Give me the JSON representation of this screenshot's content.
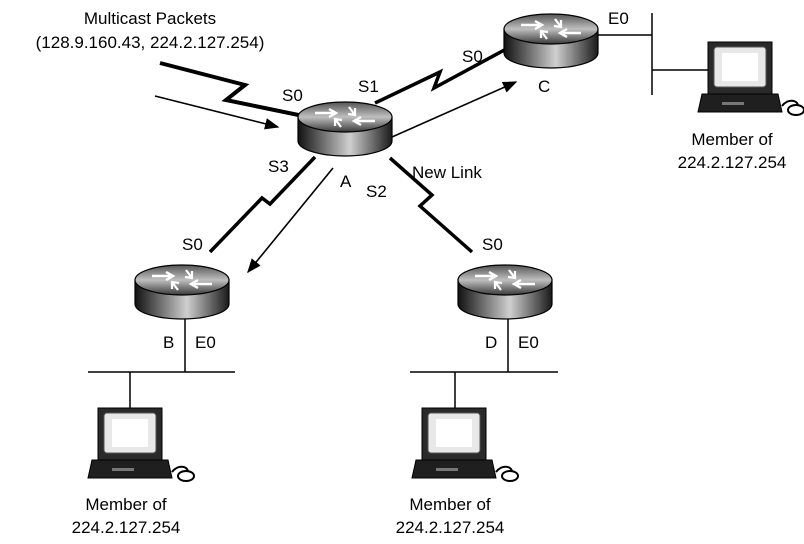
{
  "source": {
    "title": "Multicast Packets",
    "address": "(128.9.160.43, 224.2.127.254)"
  },
  "routers": {
    "a": {
      "name": "A",
      "interfaces": {
        "s0": "S0",
        "s1": "S1",
        "s2": "S2",
        "s3": "S3"
      }
    },
    "b": {
      "name": "B",
      "interfaces": {
        "s0": "S0",
        "e0": "E0"
      }
    },
    "c": {
      "name": "C",
      "interfaces": {
        "s0": "S0",
        "e0": "E0"
      }
    },
    "d": {
      "name": "D",
      "interfaces": {
        "s0": "S0",
        "e0": "E0"
      }
    }
  },
  "new_link_label": "New Link",
  "hosts": {
    "b": {
      "line1": "Member of",
      "line2": "224.2.127.254"
    },
    "c": {
      "line1": "Member of",
      "line2": "224.2.127.254"
    },
    "d": {
      "line1": "Member of",
      "line2": "224.2.127.254"
    }
  },
  "icons": [
    "router-icon",
    "computer-icon",
    "serial-link-icon",
    "arrow-icon"
  ]
}
